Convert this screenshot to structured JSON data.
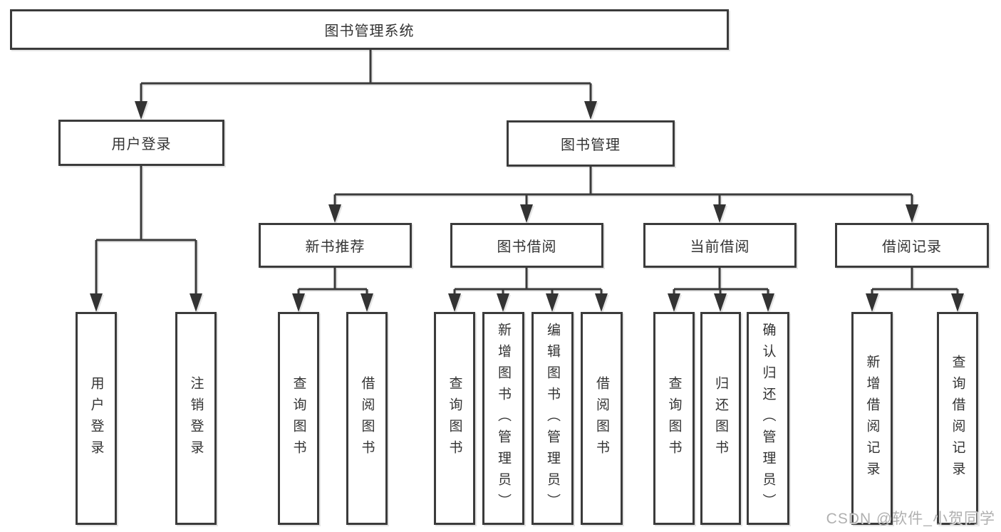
{
  "diagram": {
    "root": {
      "label": "图书管理系统"
    },
    "level2": {
      "user_login": {
        "label": "用户登录"
      },
      "book_management": {
        "label": "图书管理"
      }
    },
    "level3": {
      "new_book_recommend": {
        "label": "新书推荐"
      },
      "book_borrowing": {
        "label": "图书借阅"
      },
      "current_borrowing": {
        "label": "当前借阅"
      },
      "borrowing_records": {
        "label": "借阅记录"
      }
    },
    "leaves": {
      "user_login": [
        "用户登录",
        "注销登录"
      ],
      "new_book_recommend": [
        "查询图书",
        "借阅图书"
      ],
      "book_borrowing": [
        "查询图书",
        "新增图书（管理员）",
        "编辑图书（管理员）",
        "借阅图书"
      ],
      "current_borrowing": [
        "查询图书",
        "归还图书",
        "确认归还（管理员）"
      ],
      "borrowing_records": [
        "新增借阅记录",
        "查询借阅记录"
      ]
    }
  },
  "watermark": {
    "text": "CSDN @软件_小贺同学"
  },
  "colors": {
    "line": "#3b3b3b",
    "arrow": "#333333",
    "text": "#333333",
    "watermark": "#b0b0b0",
    "background": "#ffffff"
  }
}
